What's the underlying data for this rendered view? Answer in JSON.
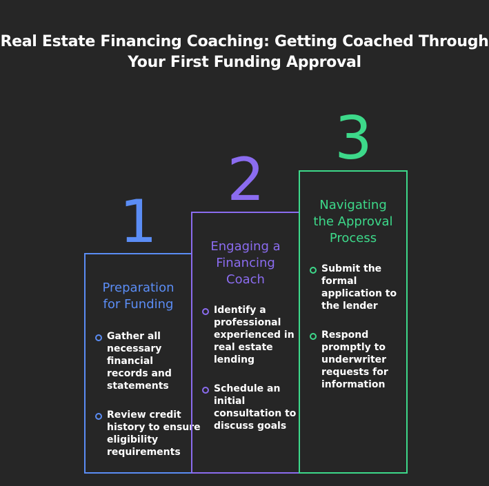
{
  "title": {
    "line1": "Real Estate Financing Coaching: Getting Coached Through",
    "line2": "Your First Funding Approval"
  },
  "colors": {
    "background": "#262626",
    "step1": "#5b8df5",
    "step2": "#8b6cf0",
    "step3": "#3dd98a"
  },
  "steps": [
    {
      "number": "1",
      "title_lines": [
        "Preparation",
        "for Funding"
      ],
      "items": [
        {
          "lines": [
            "Gather all",
            "necessary",
            "financial",
            "records and",
            "statements"
          ]
        },
        {
          "lines": [
            "Review credit",
            "history to ensure",
            "eligibility",
            "requirements"
          ]
        }
      ]
    },
    {
      "number": "2",
      "title_lines": [
        "Engaging a",
        "Financing",
        "Coach"
      ],
      "items": [
        {
          "lines": [
            "Identify a",
            "professional",
            "experienced in",
            "real estate",
            "lending"
          ]
        },
        {
          "lines": [
            "Schedule an",
            "initial",
            "consultation to",
            "discuss goals"
          ]
        }
      ]
    },
    {
      "number": "3",
      "title_lines": [
        "Navigating",
        "the Approval",
        "Process"
      ],
      "items": [
        {
          "lines": [
            "Submit the",
            "formal",
            "application to",
            "the lender"
          ]
        },
        {
          "lines": [
            "Respond",
            "promptly to",
            "underwriter",
            "requests for",
            "information"
          ]
        }
      ]
    }
  ]
}
